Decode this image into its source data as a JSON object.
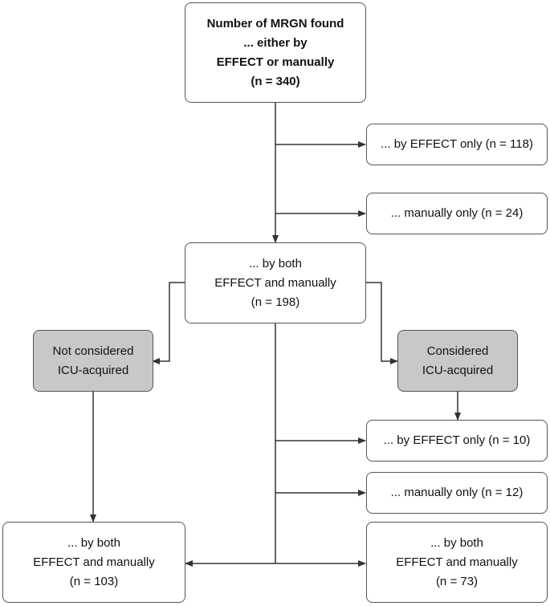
{
  "nodes": {
    "total": {
      "lines": [
        "Number of MRGN found",
        "... either by",
        "EFFECT or manually",
        "(n = 340)"
      ]
    },
    "effect_only_1": {
      "lines": [
        "... by EFFECT only (n = 118)"
      ]
    },
    "manual_only_1": {
      "lines": [
        "... manually  only (n = 24)"
      ]
    },
    "both_1": {
      "lines": [
        "... by both",
        "EFFECT and manually",
        "(n = 198)"
      ]
    },
    "not_icu": {
      "lines": [
        "Not considered",
        "ICU-acquired"
      ]
    },
    "icu": {
      "lines": [
        "Considered",
        "ICU-acquired"
      ]
    },
    "effect_only_2": {
      "lines": [
        "... by EFFECT only (n = 10)"
      ]
    },
    "manual_only_2": {
      "lines": [
        "...  manually  only (n = 12)"
      ]
    },
    "both_not_icu": {
      "lines": [
        "... by both",
        "EFFECT and manually",
        "(n = 103)"
      ]
    },
    "both_icu": {
      "lines": [
        "... by both",
        "EFFECT and manually",
        "(n = 73)"
      ]
    }
  },
  "colors": {
    "line": "#333333",
    "box_border": "#555555",
    "gray_fill": "#c8c8c8"
  }
}
